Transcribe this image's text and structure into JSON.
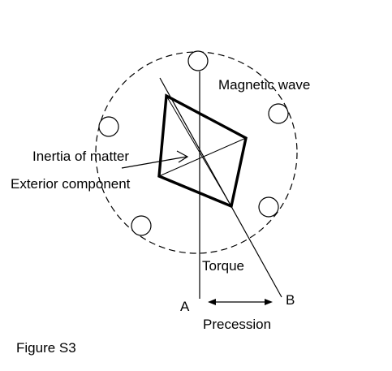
{
  "labels": {
    "magnetic_wave": "Magnetic wave",
    "inertia_of_matter": "Inertia of matter",
    "exterior_component": "Exterior component",
    "torque": "Torque",
    "axis_a": "A",
    "axis_b": "B",
    "precession": "Precession",
    "figure_caption": "Figure S3"
  }
}
